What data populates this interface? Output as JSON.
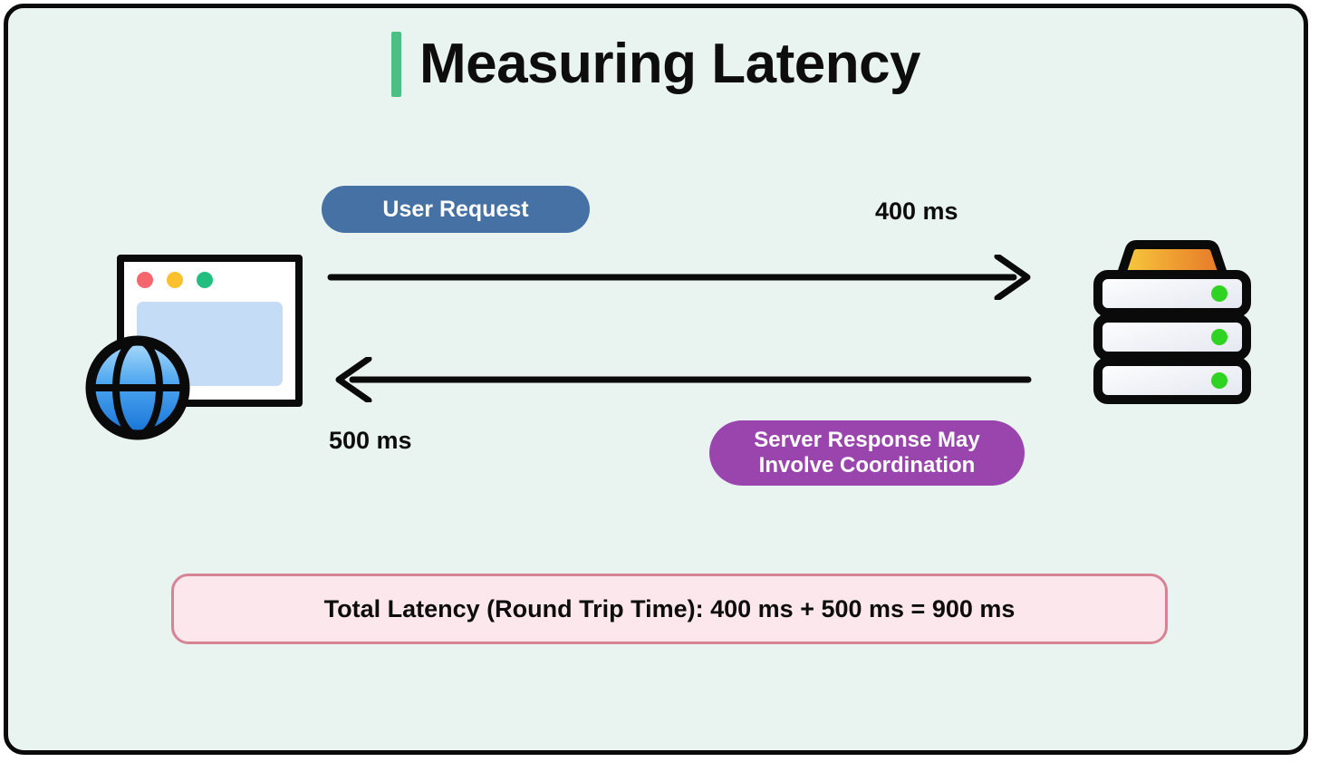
{
  "slide": {
    "title": "Measuring Latency",
    "background_color": "#E9F4F0",
    "border_color": "#0A0A0A",
    "accent_color": "#4CBF84"
  },
  "diagram": {
    "client": {
      "icon": "browser-window-globe-icon",
      "dots": [
        "red",
        "yellow",
        "green"
      ],
      "dot_colors": [
        "#F4666B",
        "#FBC02D",
        "#22BE7F"
      ],
      "content_color": "#C5DCF7"
    },
    "server": {
      "icon": "server-rack-icon",
      "units": 3,
      "led_color": "#2FD321",
      "top_gradient_from": "#F5C33B",
      "top_gradient_to": "#E8792B"
    },
    "request": {
      "pill_label": "User Request",
      "pill_color": "#4571A4",
      "time_label": "400 ms",
      "direction": "right"
    },
    "response": {
      "pill_label": "Server Response May Involve Coordination",
      "pill_line1": "Server Response May",
      "pill_line2": "Involve Coordination",
      "pill_color": "#9A45AE",
      "time_label": "500 ms",
      "direction": "left"
    },
    "arrow_color": "#0A0A0A"
  },
  "summary": {
    "text": "Total Latency (Round Trip Time): 400 ms + 500 ms = 900 ms",
    "background_color": "#FCE8EC",
    "border_color": "#D68396"
  }
}
